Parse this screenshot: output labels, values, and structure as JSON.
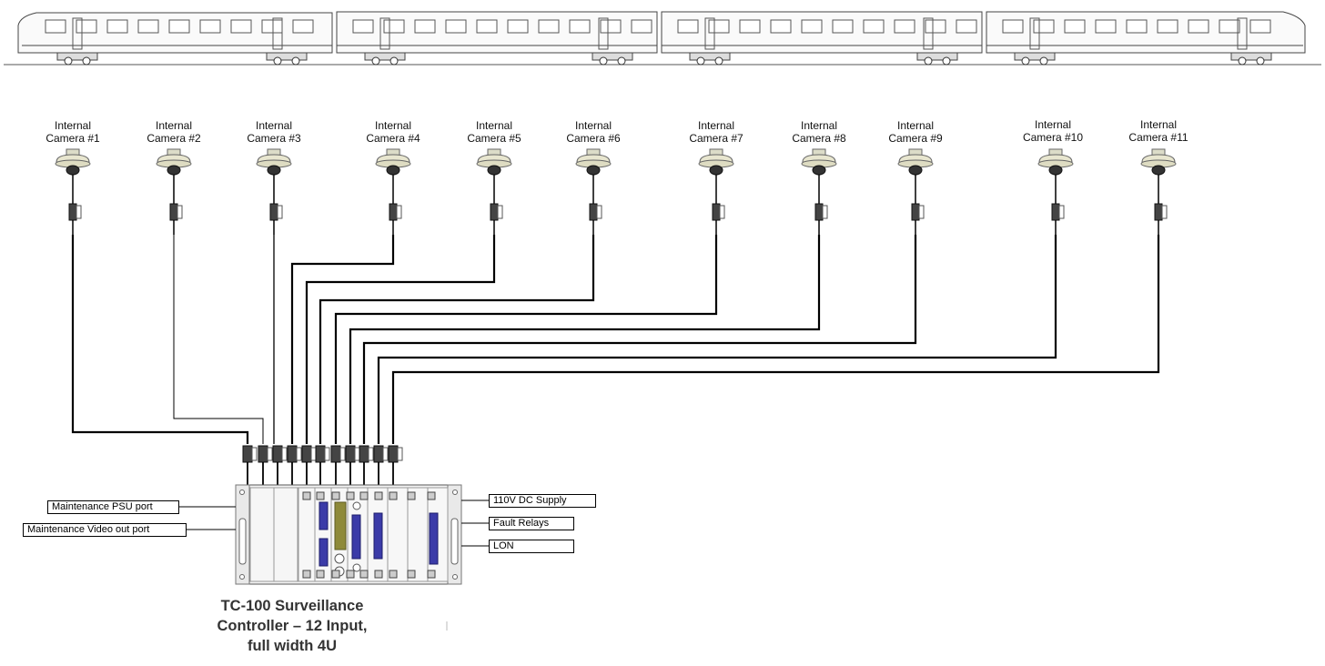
{
  "cameras": [
    {
      "label_line1": "Internal",
      "label_line2": "Camera #1"
    },
    {
      "label_line1": "Internal",
      "label_line2": "Camera #2"
    },
    {
      "label_line1": "Internal",
      "label_line2": "Camera #3"
    },
    {
      "label_line1": "Internal",
      "label_line2": "Camera #4"
    },
    {
      "label_line1": "Internal",
      "label_line2": "Camera #5"
    },
    {
      "label_line1": "Internal",
      "label_line2": "Camera #6"
    },
    {
      "label_line1": "Internal",
      "label_line2": "Camera #7"
    },
    {
      "label_line1": "Internal",
      "label_line2": "Camera #8"
    },
    {
      "label_line1": "Internal",
      "label_line2": "Camera #9"
    },
    {
      "label_line1": "Internal",
      "label_line2": "Camera #10"
    },
    {
      "label_line1": "Internal",
      "label_line2": "Camera #11"
    }
  ],
  "ports_left": [
    "Maintenance PSU port",
    "Maintenance Video out port"
  ],
  "ports_right": [
    "110V DC Supply",
    "Fault Relays",
    "LON"
  ],
  "controller_caption": {
    "line1": "TC-100 Surveillance",
    "line2": "Controller – 12 Input,",
    "line3": "full width 4U"
  },
  "colors": {
    "wire": "#000000",
    "panel_blue": "#3b3ba8",
    "panel_olive": "#8e8a3a",
    "rack": "#f2f2f2"
  },
  "icons": [
    "train-icon",
    "dome-camera-icon",
    "connector-icon",
    "rack-controller-icon"
  ]
}
